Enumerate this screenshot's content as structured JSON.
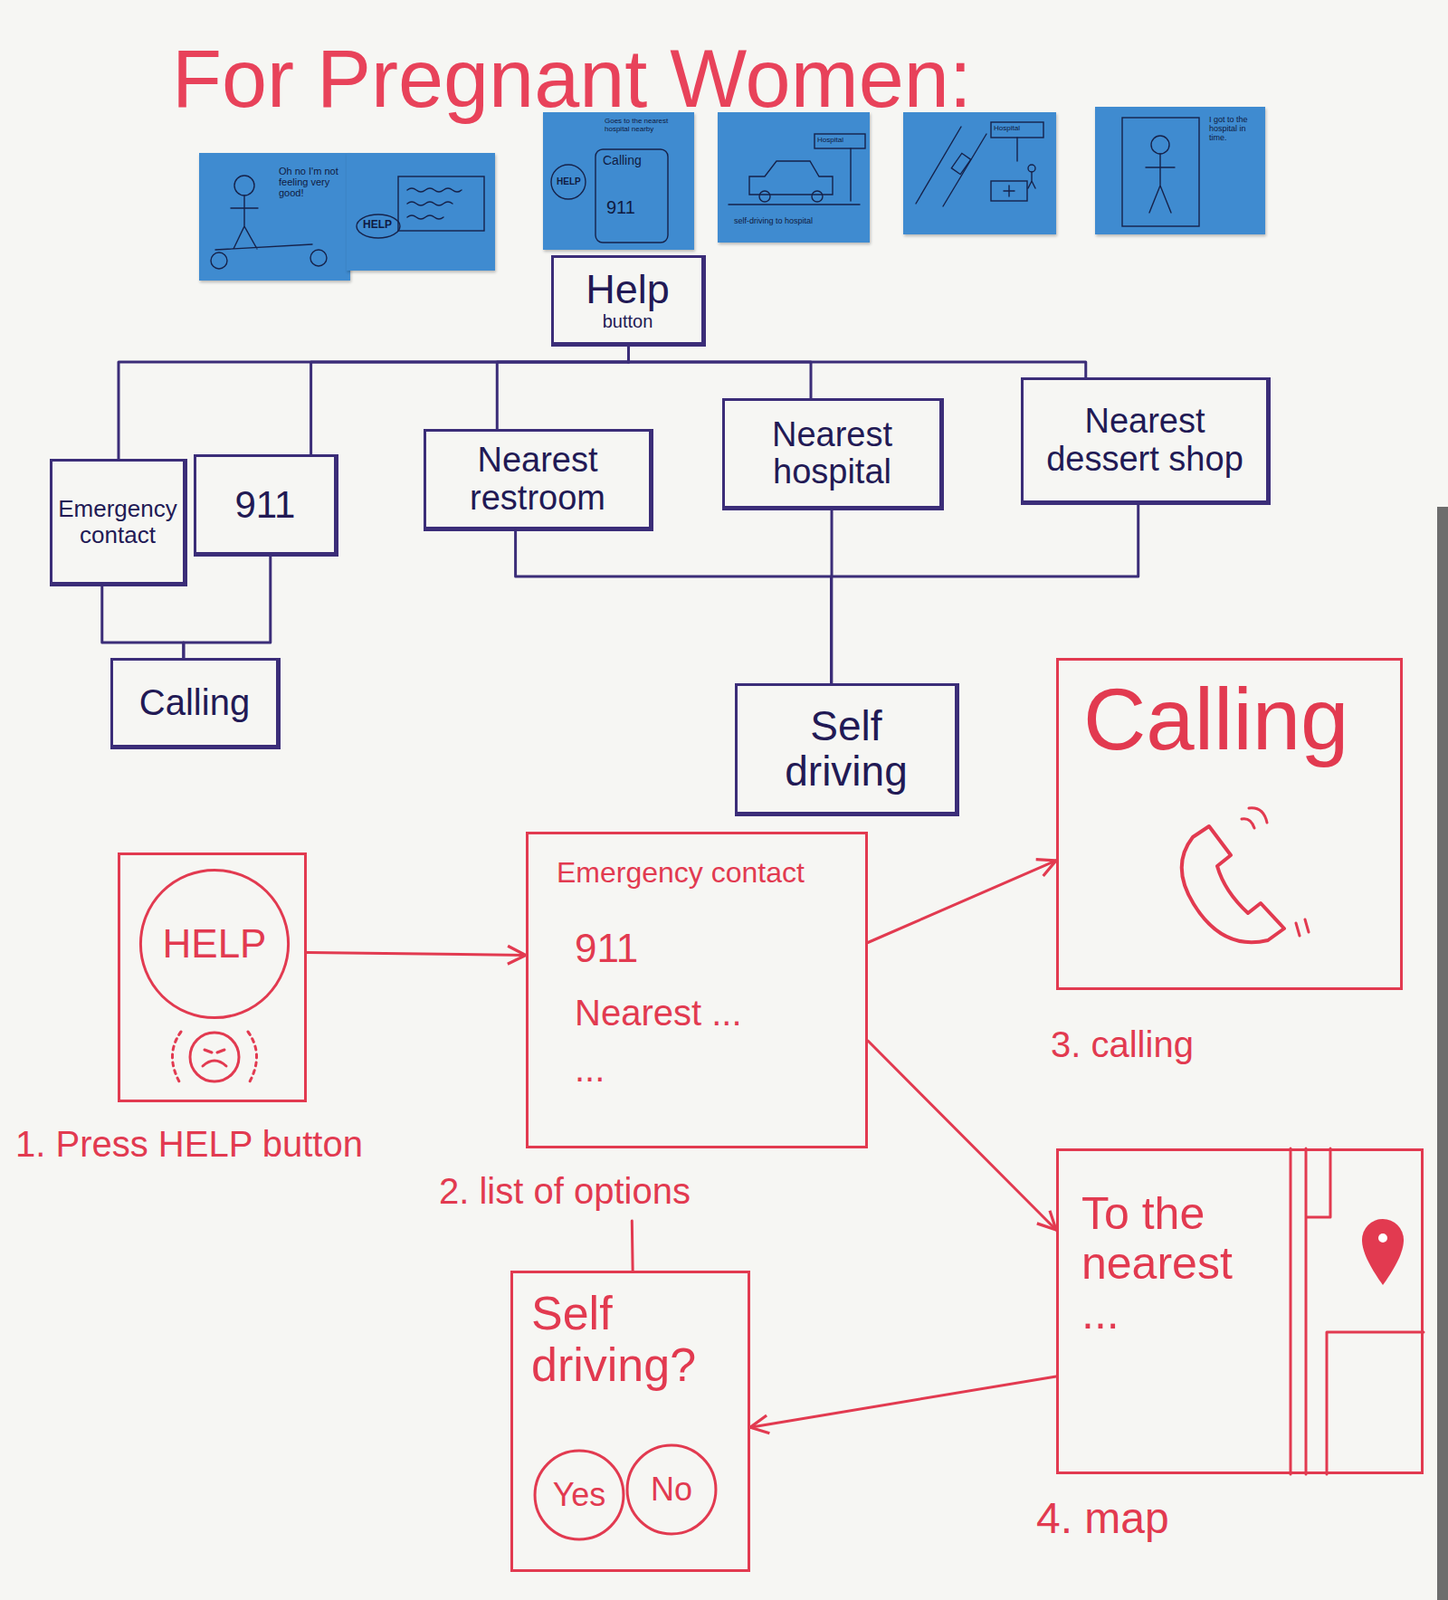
{
  "diagram": {
    "title": "For Pregnant Women:",
    "nodes": [
      {
        "text": [
          "Oh no I'm not feeling very good!"
        ]
      },
      {
        "text": [
          "HELP"
        ]
      },
      {
        "text": [
          "Goes to the nearest hospital nearby",
          "Calling",
          "HELP",
          "911"
        ]
      },
      {
        "text": [
          "Hospital",
          "self-driving to hospital"
        ]
      },
      {
        "text": [
          "Hospital"
        ]
      },
      {
        "text": [
          "I got to the hospital in time."
        ]
      },
      {
        "text": [
          "Help",
          "button"
        ]
      },
      {
        "text": [
          "Emergency contact"
        ]
      },
      {
        "text": [
          "911"
        ]
      },
      {
        "text": [
          "Nearest restroom"
        ]
      },
      {
        "text": [
          "Nearest hospital"
        ]
      },
      {
        "text": [
          "Nearest dessert shop"
        ]
      },
      {
        "text": [
          "Calling"
        ]
      },
      {
        "text": [
          "Self driving"
        ]
      },
      {
        "text": [
          "1. Press HELP button"
        ]
      },
      {
        "text": [
          "HELP"
        ],
        "in": 14
      },
      {
        "text": [
          "Emergency contact",
          "911",
          "Nearest ...",
          "...",
          "2. list of options"
        ]
      },
      {
        "text": [
          "Calling",
          "3. calling"
        ]
      },
      {
        "text": [
          "To the nearest ...",
          "4. map"
        ]
      },
      {
        "text": [
          "Self driving?"
        ]
      },
      {
        "text": [
          "Yes"
        ],
        "in": 19
      },
      {
        "text": [
          "No"
        ],
        "in": 19
      }
    ],
    "edges": [
      {
        "from": 6,
        "to": 7,
        "arrow": "none"
      },
      {
        "from": 6,
        "to": 8,
        "arrow": "none"
      },
      {
        "from": 6,
        "to": 9,
        "arrow": "none"
      },
      {
        "from": 6,
        "to": 10,
        "arrow": "none"
      },
      {
        "from": 6,
        "to": 11,
        "arrow": "none"
      },
      {
        "from": 7,
        "to": 12,
        "arrow": "none"
      },
      {
        "from": 8,
        "to": 12,
        "arrow": "none"
      },
      {
        "from": 9,
        "to": 13,
        "arrow": "none"
      },
      {
        "from": 10,
        "to": 13,
        "arrow": "none"
      },
      {
        "from": 11,
        "to": 13,
        "arrow": "none"
      },
      {
        "from": 14,
        "to": 16,
        "arrow": "to"
      },
      {
        "from": 16,
        "to": 17,
        "arrow": "to"
      },
      {
        "from": 16,
        "to": 18,
        "arrow": "to"
      },
      {
        "from": 18,
        "to": 19,
        "arrow": "to"
      },
      {
        "from": 16,
        "to": 19,
        "arrow": "none"
      }
    ]
  }
}
